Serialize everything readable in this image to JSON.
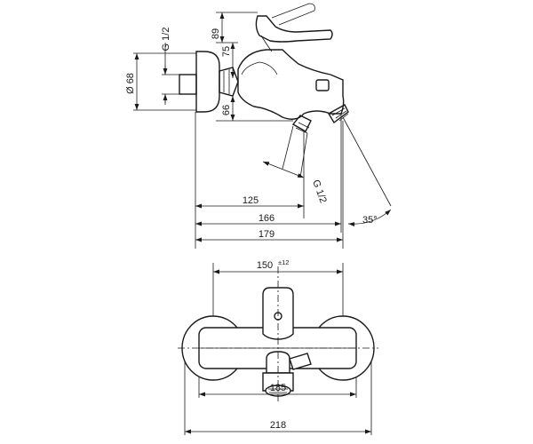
{
  "dimensions": {
    "side_height_total": "89",
    "side_height_spout": "75",
    "side_height_lower": "66",
    "side_diameter": "Ø 68",
    "side_thread_top": "G 1/2",
    "side_thread_bottom": "G 1/2",
    "side_len_125": "125",
    "side_len_166": "166",
    "side_len_179": "179",
    "side_angle": "35°",
    "front_centres": "150",
    "front_centres_tol": "±12",
    "front_185": "185",
    "front_218": "218"
  },
  "colors": {
    "line": "#1a1a1a",
    "background": "#ffffff"
  }
}
